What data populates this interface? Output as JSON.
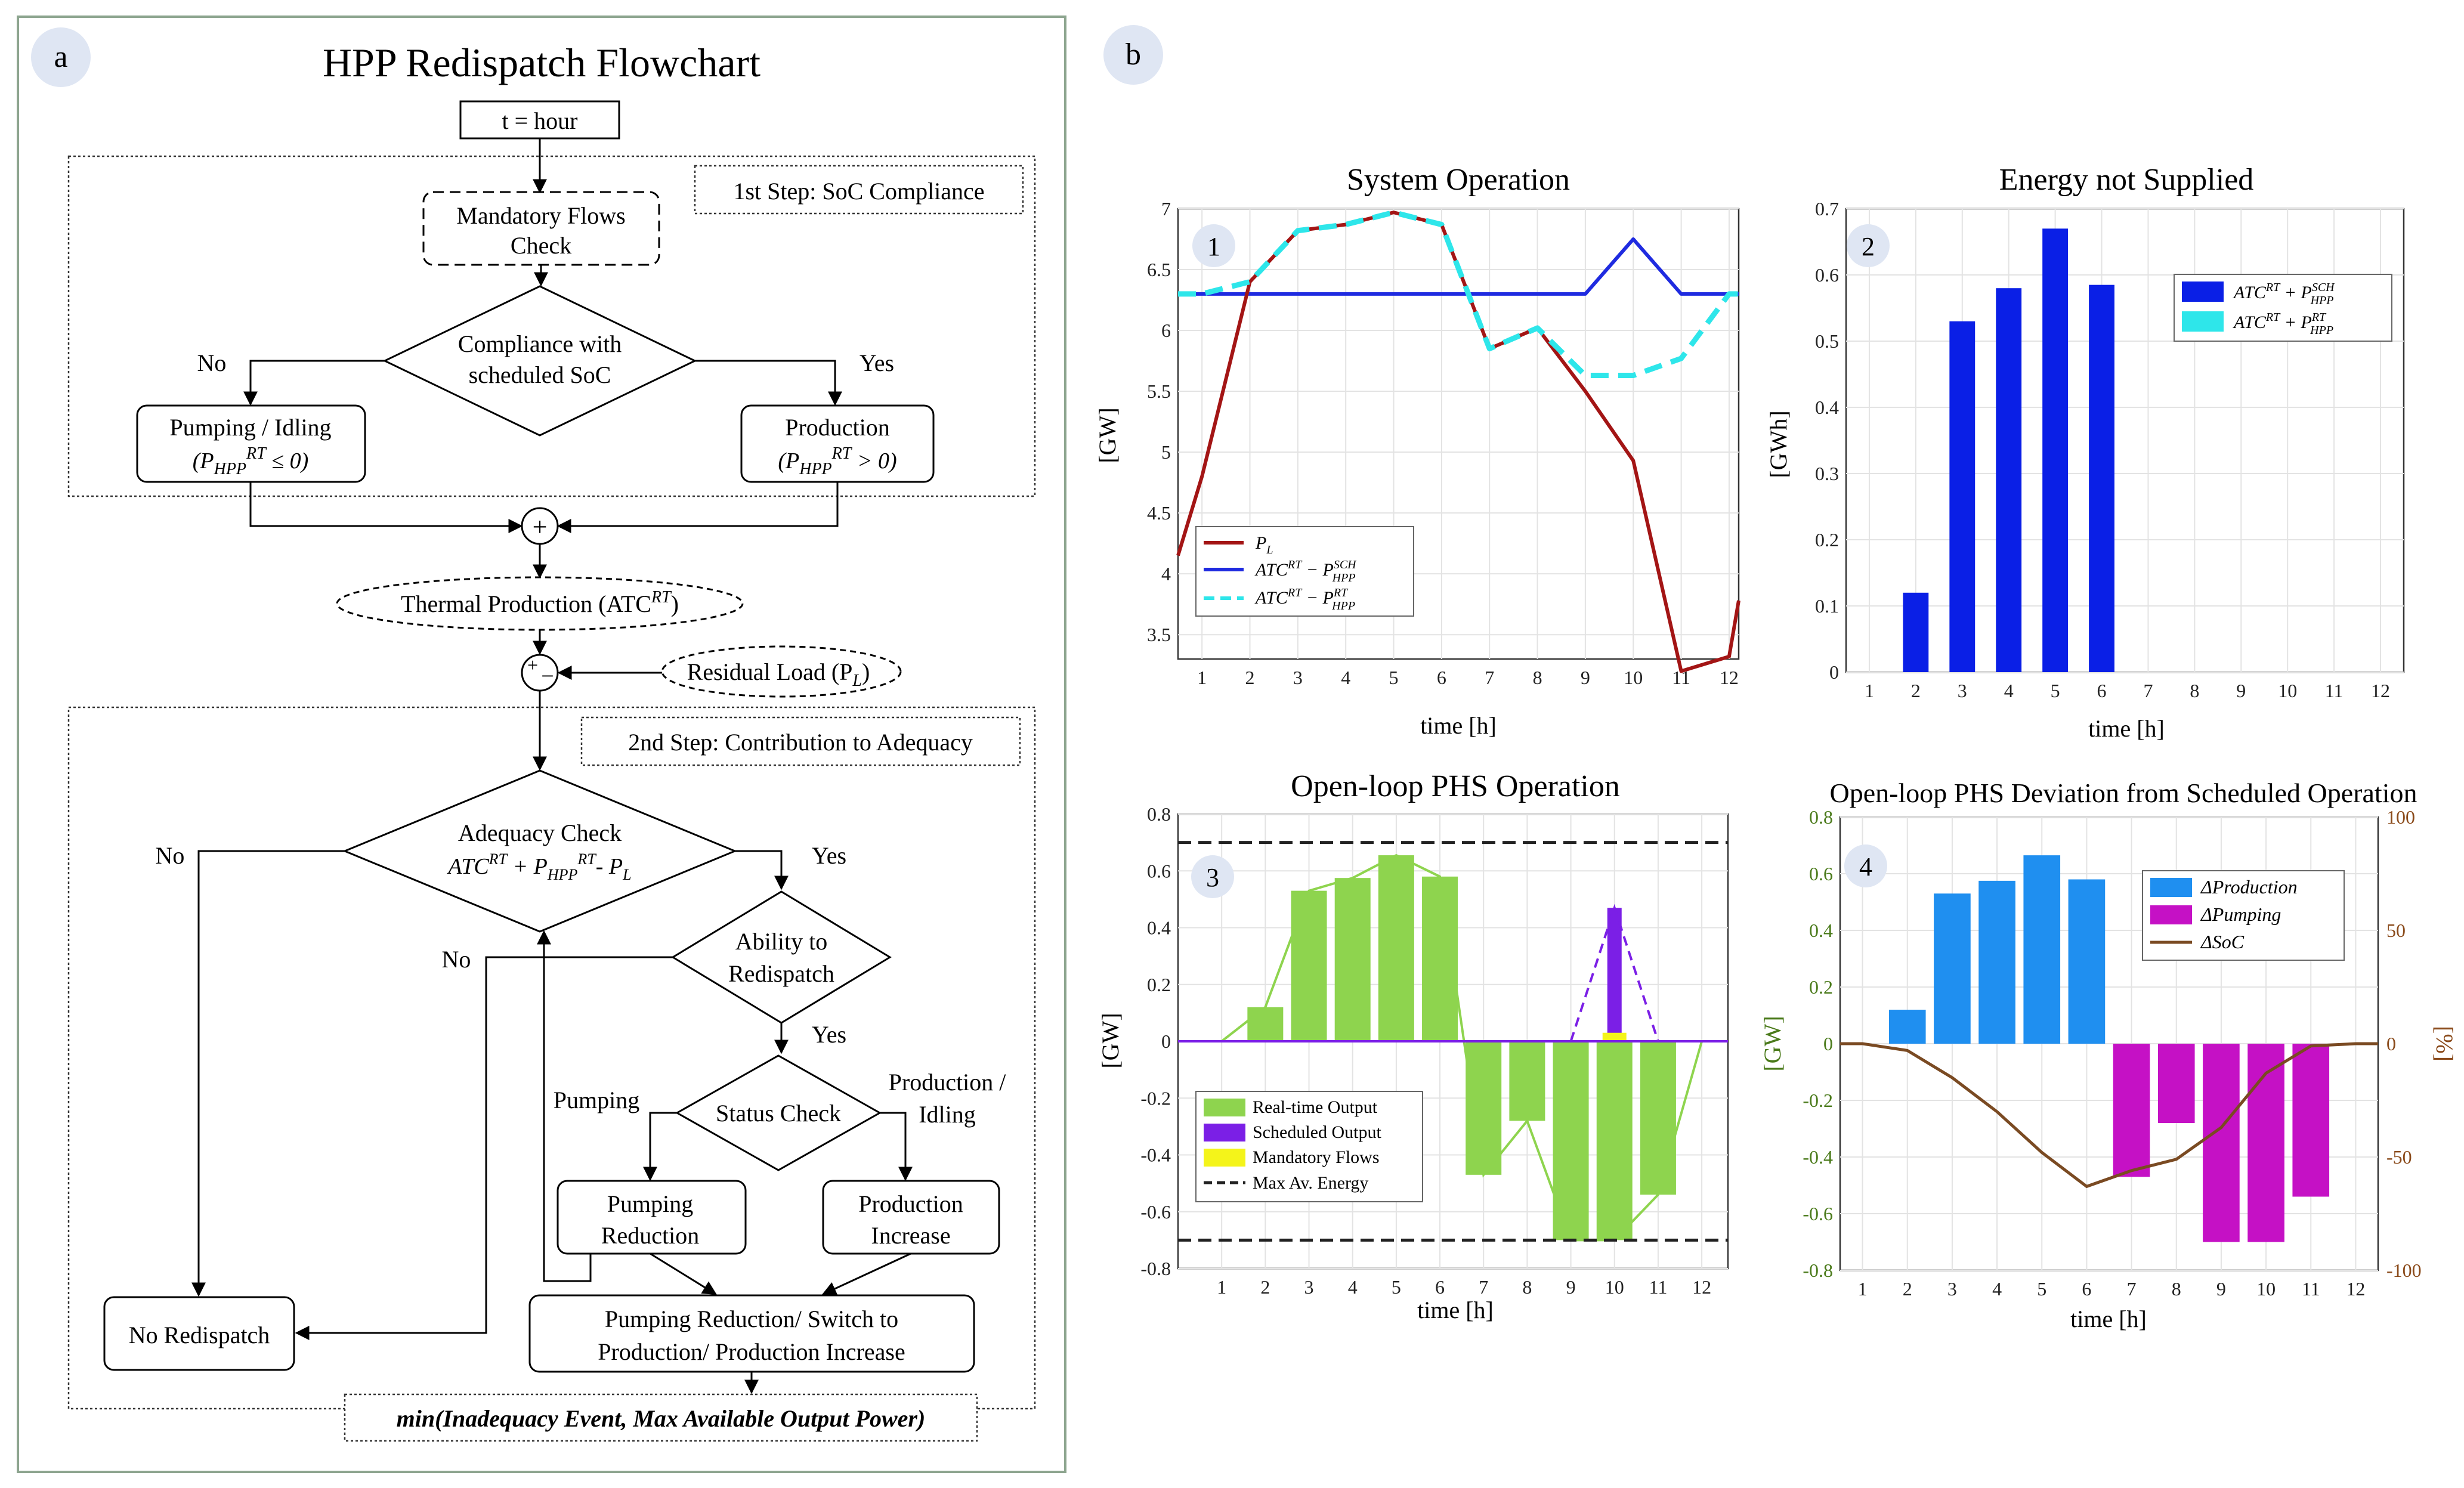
{
  "panel_a": {
    "badge": "a",
    "title": "HPP Redispatch Flowchart",
    "nodes": {
      "start": "t = hour",
      "step1_label": "1st Step: SoC Compliance",
      "mandatory_1": "Mandatory Flows",
      "mandatory_2": "Check",
      "compliance_1": "Compliance with",
      "compliance_2": "scheduled SoC",
      "no_1": "No",
      "yes_1": "Yes",
      "pumping_idling": "Pumping / Idling",
      "pumping_cond": "(P",
      "production": "Production",
      "production_cond": "(P",
      "sum_symbol": "+",
      "thermal": "Thermal Production (ATC",
      "thermal_sup": "RT",
      "thermal_close": ")",
      "residual": "Residual Load (P",
      "residual_sub": "L",
      "residual_close": ")",
      "step2_label": "2nd Step: Contribution to Adequacy",
      "adequacy_1": "Adequacy Check",
      "no_2": "No",
      "yes_2": "Yes",
      "ability_1": "Ability to",
      "ability_2": "Redispatch",
      "no_3": "No",
      "yes_3": "Yes",
      "status": "Status Check",
      "pumping_lbl": "Pumping",
      "prod_idle_1": "Production /",
      "prod_idle_2": "Idling",
      "pump_red_1": "Pumping",
      "pump_red_2": "Reduction",
      "prod_inc_1": "Production",
      "prod_inc_2": "Increase",
      "no_redispatch": "No Redispatch",
      "switch_1": "Pumping Reduction/ Switch to",
      "switch_2": "Production/ Production Increase",
      "min_text": "min(Inadequacy Event, Max Available Output Power)"
    }
  },
  "panel_b": {
    "badge": "b",
    "colors": {
      "PL": "#a31515",
      "sch": "#1f2be0",
      "rt": "#2ee6ea",
      "bar_blue": "#0a1fe6",
      "green": "#8ed44e",
      "purple": "#7b1fe6",
      "yellow": "#f4f41a",
      "prod": "#1f8ff0",
      "pump": "#c511c5",
      "soc": "#7a4a22"
    }
  },
  "chart_data": [
    {
      "id": "1",
      "type": "line",
      "title": "System Operation",
      "xlabel": "time [h]",
      "ylabel": "[GW]",
      "xlim": [
        0.5,
        12.2
      ],
      "ylim": [
        3.3,
        7
      ],
      "xticks": [
        1,
        2,
        3,
        4,
        5,
        6,
        7,
        8,
        9,
        10,
        11,
        12
      ],
      "yticks": [
        3.5,
        4,
        4.5,
        5,
        5.5,
        6,
        6.5,
        7
      ],
      "grid": true,
      "legend": "bottom-left",
      "series": [
        {
          "name": "P_L",
          "x": [
            0.5,
            1,
            2,
            3,
            4,
            5,
            6,
            7,
            8,
            9,
            10,
            11,
            12,
            12.2
          ],
          "values": [
            4.15,
            4.8,
            6.4,
            6.82,
            6.87,
            6.97,
            6.87,
            5.85,
            6.02,
            5.5,
            4.93,
            3.2,
            3.32,
            3.78
          ]
        },
        {
          "name": "ATC^RT − P_HPP^SCH",
          "x": [
            0.5,
            1,
            2,
            3,
            4,
            5,
            6,
            7,
            8,
            9,
            10,
            11,
            12,
            12.2
          ],
          "values": [
            6.3,
            6.3,
            6.3,
            6.3,
            6.3,
            6.3,
            6.3,
            6.3,
            6.3,
            6.3,
            6.75,
            6.3,
            6.3,
            6.3
          ]
        },
        {
          "name": "ATC^RT − P_HPP^RT",
          "x": [
            0.5,
            1,
            2,
            3,
            4,
            5,
            6,
            7,
            8,
            9,
            10,
            11,
            12,
            12.2
          ],
          "values": [
            6.3,
            6.3,
            6.4,
            6.82,
            6.87,
            6.97,
            6.87,
            5.85,
            6.02,
            5.63,
            5.63,
            5.77,
            6.3,
            6.3
          ]
        }
      ]
    },
    {
      "id": "2",
      "type": "bar",
      "title": "Energy not Supplied",
      "xlabel": "time [h]",
      "ylabel": "[GWh]",
      "xlim": [
        0.5,
        12.5
      ],
      "ylim": [
        0,
        0.7
      ],
      "yticks": [
        0,
        0.1,
        0.2,
        0.3,
        0.4,
        0.5,
        0.6,
        0.7
      ],
      "grid": true,
      "legend": "top-right",
      "categories": [
        1,
        2,
        3,
        4,
        5,
        6,
        7,
        8,
        9,
        10,
        11,
        12
      ],
      "series": [
        {
          "name": "ATC^RT + P_HPP^SCH",
          "values": [
            0,
            0.12,
            0.53,
            0.58,
            0.67,
            0.585,
            0,
            0,
            0,
            0,
            0,
            0
          ]
        },
        {
          "name": "ATC^RT + P_HPP^RT",
          "values": [
            0,
            0,
            0,
            0,
            0,
            0,
            0,
            0,
            0,
            0,
            0,
            0
          ]
        }
      ]
    },
    {
      "id": "3",
      "type": "bar",
      "title": "Open-loop PHS Operation",
      "xlabel": "time [h]",
      "ylabel": "[GW]",
      "xlim": [
        0,
        12.6
      ],
      "ylim": [
        -0.8,
        0.8
      ],
      "yticks": [
        -0.8,
        -0.6,
        -0.4,
        -0.2,
        0,
        0.2,
        0.4,
        0.6,
        0.8
      ],
      "grid": true,
      "legend": "bottom-left",
      "categories": [
        1,
        2,
        3,
        4,
        5,
        6,
        7,
        8,
        9,
        10,
        11,
        12
      ],
      "series": [
        {
          "name": "Real-time Output",
          "values": [
            0,
            0.12,
            0.53,
            0.575,
            0.655,
            0.58,
            -0.47,
            -0.28,
            -0.7,
            -0.7,
            -0.54,
            0
          ]
        },
        {
          "name": "Scheduled Output",
          "values": [
            0,
            0,
            0,
            0,
            0,
            0,
            0,
            0,
            0,
            0.47,
            0,
            0
          ]
        },
        {
          "name": "Mandatory Flows",
          "values": [
            0,
            0,
            0,
            0,
            0,
            0,
            0,
            0,
            0,
            0.03,
            0,
            0
          ]
        },
        {
          "name": "Max Av. Energy",
          "values": [
            0.7,
            -0.7
          ]
        }
      ]
    },
    {
      "id": "4",
      "type": "bar",
      "title": "Open-loop PHS Deviation from Scheduled Operation",
      "xlabel": "time [h]",
      "ylabel": "[GW]",
      "ylabel_right": "[%]",
      "xlim": [
        0.5,
        12.5
      ],
      "ylim": [
        -0.8,
        0.8
      ],
      "ylim_right": [
        -100,
        100
      ],
      "yticks": [
        -0.8,
        -0.6,
        -0.4,
        -0.2,
        0,
        0.2,
        0.4,
        0.6,
        0.8
      ],
      "yticks_right": [
        -100,
        -50,
        0,
        50,
        100
      ],
      "grid": true,
      "legend": "top-right",
      "categories": [
        1,
        2,
        3,
        4,
        5,
        6,
        7,
        8,
        9,
        10,
        11,
        12
      ],
      "series": [
        {
          "name": "ΔProduction",
          "values": [
            0,
            0.12,
            0.53,
            0.575,
            0.665,
            0.58,
            0,
            0,
            0,
            0,
            0,
            0
          ]
        },
        {
          "name": "ΔPumping",
          "values": [
            0,
            0,
            0,
            0,
            0,
            0,
            -0.47,
            -0.28,
            -0.7,
            -0.7,
            -0.54,
            0
          ]
        },
        {
          "name": "ΔSoC",
          "values": [
            0,
            -3,
            -15,
            -30,
            -48,
            -63,
            -56,
            -51,
            -37,
            -13,
            -1,
            0
          ]
        }
      ]
    }
  ]
}
